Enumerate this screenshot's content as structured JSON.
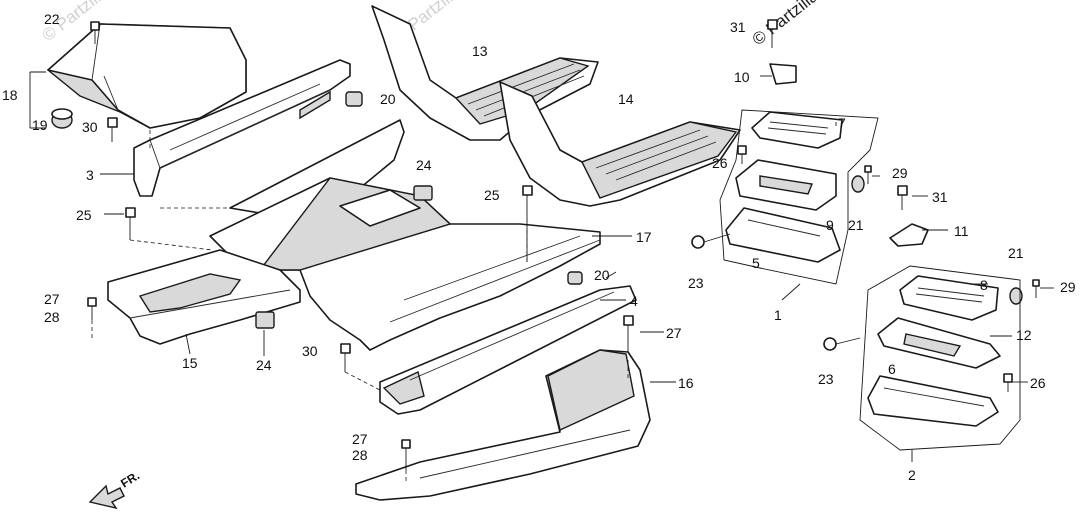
{
  "watermark": "© Partzilla.com",
  "front_marker": "FR.",
  "callouts": [
    {
      "id": "c22",
      "text": "22"
    },
    {
      "id": "c18",
      "text": "18"
    },
    {
      "id": "c19",
      "text": "19"
    },
    {
      "id": "c30a",
      "text": "30"
    },
    {
      "id": "c20a",
      "text": "20"
    },
    {
      "id": "c3",
      "text": "3"
    },
    {
      "id": "c25a",
      "text": "25"
    },
    {
      "id": "c27a",
      "text": "27"
    },
    {
      "id": "c28a",
      "text": "28"
    },
    {
      "id": "c15",
      "text": "15"
    },
    {
      "id": "c24a",
      "text": "24"
    },
    {
      "id": "c24b",
      "text": "24"
    },
    {
      "id": "c30b",
      "text": "30"
    },
    {
      "id": "c25b",
      "text": "25"
    },
    {
      "id": "c13",
      "text": "13"
    },
    {
      "id": "c14",
      "text": "14"
    },
    {
      "id": "c17",
      "text": "17"
    },
    {
      "id": "c20b",
      "text": "20"
    },
    {
      "id": "c4",
      "text": "4"
    },
    {
      "id": "c27b",
      "text": "27"
    },
    {
      "id": "c16",
      "text": "16"
    },
    {
      "id": "c27c",
      "text": "27"
    },
    {
      "id": "c28b",
      "text": "28"
    },
    {
      "id": "c31a",
      "text": "31"
    },
    {
      "id": "c10",
      "text": "10"
    },
    {
      "id": "c7",
      "text": "7"
    },
    {
      "id": "c26a",
      "text": "26"
    },
    {
      "id": "c29a",
      "text": "29"
    },
    {
      "id": "c9",
      "text": "9"
    },
    {
      "id": "c21a",
      "text": "21"
    },
    {
      "id": "c31b",
      "text": "31"
    },
    {
      "id": "c11",
      "text": "11"
    },
    {
      "id": "c23a",
      "text": "23"
    },
    {
      "id": "c5",
      "text": "5"
    },
    {
      "id": "c1",
      "text": "1"
    },
    {
      "id": "c21b",
      "text": "21"
    },
    {
      "id": "c8",
      "text": "8"
    },
    {
      "id": "c29b",
      "text": "29"
    },
    {
      "id": "c12",
      "text": "12"
    },
    {
      "id": "c23b",
      "text": "23"
    },
    {
      "id": "c6",
      "text": "6"
    },
    {
      "id": "c26b",
      "text": "26"
    },
    {
      "id": "c2",
      "text": "2"
    }
  ]
}
